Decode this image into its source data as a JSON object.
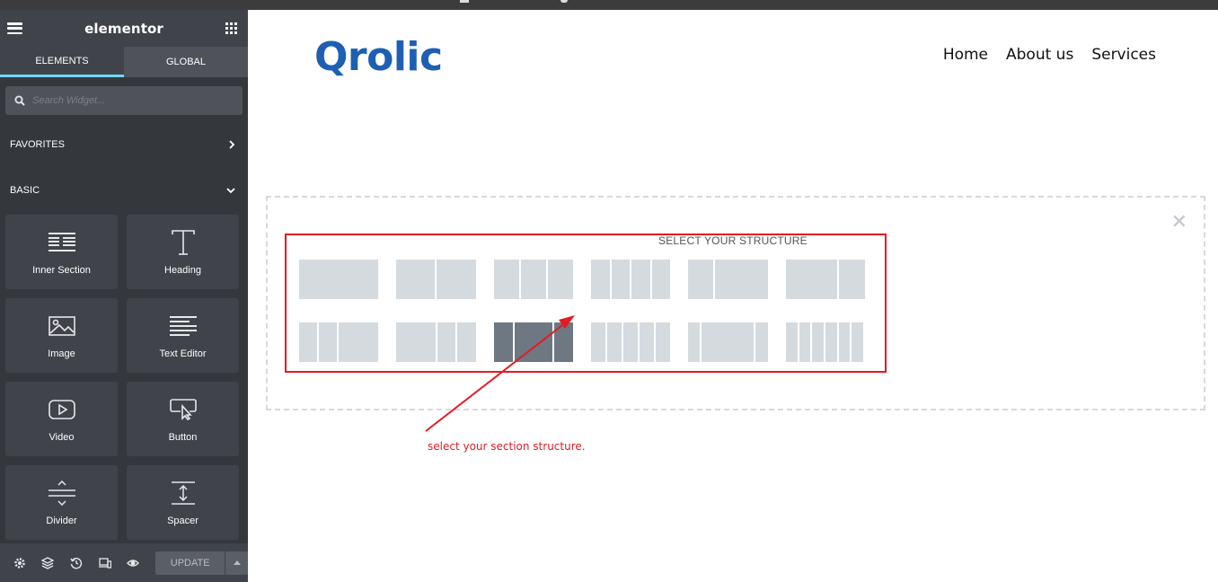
{
  "app": {
    "brand": "elementor"
  },
  "tabs": [
    {
      "label": "ELEMENTS"
    },
    {
      "label": "GLOBAL"
    }
  ],
  "search": {
    "placeholder": "Search Widget..."
  },
  "categories": [
    {
      "label": "FAVORITES",
      "icon": "chevron-right-icon"
    },
    {
      "label": "BASIC",
      "icon": "chevron-down-icon"
    }
  ],
  "widgets": [
    {
      "label": "Inner Section",
      "icon": "inner-section-icon"
    },
    {
      "label": "Heading",
      "icon": "heading-icon"
    },
    {
      "label": "Image",
      "icon": "image-icon"
    },
    {
      "label": "Text Editor",
      "icon": "text-editor-icon"
    },
    {
      "label": "Video",
      "icon": "video-icon"
    },
    {
      "label": "Button",
      "icon": "button-icon"
    },
    {
      "label": "Divider",
      "icon": "divider-icon"
    },
    {
      "label": "Spacer",
      "icon": "spacer-icon"
    }
  ],
  "footer": {
    "update_label": "UPDATE"
  },
  "site": {
    "logo": "Qrolic",
    "nav": [
      "Home",
      "About us",
      "Services"
    ]
  },
  "structure": {
    "title": "SELECT YOUR STRUCTURE",
    "selected_preset": "row2-col3",
    "annotation": "select  your section structure."
  },
  "colors": {
    "accent": "#71d7f7",
    "brand_blue": "#1e5fb3",
    "annotation_red": "#e31b23",
    "preset_gray": "#d5dadf",
    "preset_selected": "#6d7882"
  }
}
